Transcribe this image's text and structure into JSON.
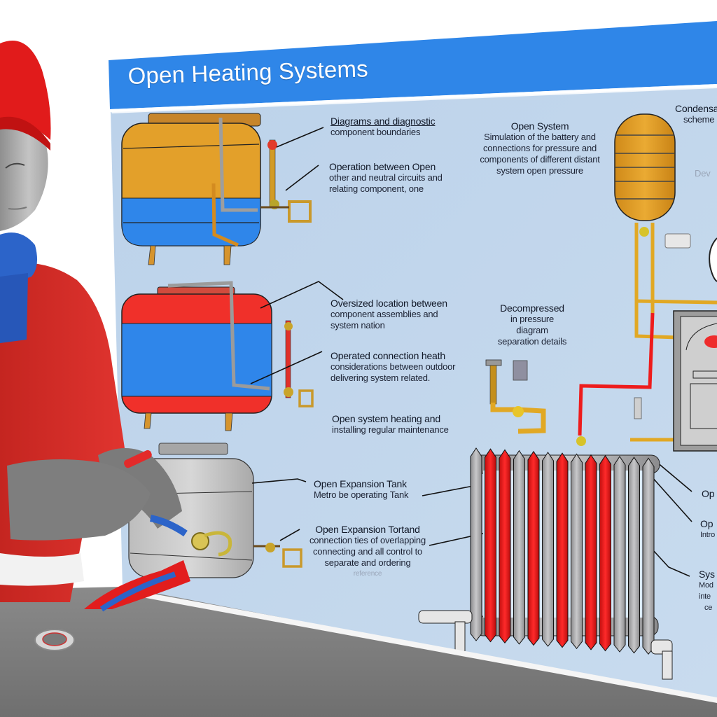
{
  "poster": {
    "title": "Open Heating Systems",
    "colors": {
      "title_bar": "#2f86e8",
      "panel_bg": "#c3d6ea",
      "tank_orange": "#e6a22b",
      "tank_blue": "#2f86ea",
      "tank_red": "#f0302a",
      "radiator_red": "#ee1c1c",
      "radiator_gray": "#a9a9ab",
      "pipe_gold": "#e1a824",
      "desk_gray": "#7c7c7c",
      "hat_red": "#e11b1b",
      "scarf_blue": "#2c64c9",
      "sweater_red": "#d8302c"
    },
    "left_labels": [
      {
        "heading": "Diagrams and diagnostic",
        "lines": [
          "component boundaries"
        ]
      },
      {
        "heading": "Operation between Open",
        "lines": [
          "other and neutral circuits and",
          "relating component, one"
        ]
      },
      {
        "heading": "Oversized location between",
        "lines": [
          "component assemblies and",
          "system nation"
        ]
      },
      {
        "heading": "Operated connection heath",
        "lines": [
          "considerations between outdoor",
          "delivering system related."
        ]
      },
      {
        "heading": "Open system heating and",
        "lines": [
          "installing regular maintenance"
        ]
      },
      {
        "heading": "Open Expansion Tank",
        "lines": [
          "Metro be operating Tank"
        ]
      },
      {
        "heading": "Open Expansion Tortand",
        "lines": [
          "connection ties of overlapping",
          "connecting and all control to",
          "separate and ordering"
        ],
        "footnote": "reference"
      }
    ],
    "center_labels": [
      {
        "heading": "Open System",
        "lines": [
          "Simulation of the battery and",
          "connections for pressure and",
          "components of different distant",
          "system open pressure"
        ]
      },
      {
        "heading": "Decompressed",
        "lines": [
          "in pressure",
          "diagram",
          "separation details"
        ]
      }
    ],
    "right_labels": [
      {
        "heading": "Condensate fl",
        "lines": [
          "scheme"
        ]
      },
      {
        "heading": "Op",
        "lines": []
      },
      {
        "heading": "Op",
        "lines": [
          "Intro"
        ]
      },
      {
        "heading": "Sys",
        "lines": [
          "Mod",
          "inte",
          "ce"
        ]
      }
    ],
    "right_faint": "Dev"
  },
  "figures": {
    "person": "woman-in-red-hat-and-blue-scarf",
    "tool": "pliers-with-red-blue-handles",
    "components": [
      "orange-blue-tank",
      "red-blue-tank",
      "gray-expansion-tank",
      "vertical-orange-tank",
      "cast-iron-radiator",
      "boiler-unit",
      "valve-assembly"
    ]
  }
}
